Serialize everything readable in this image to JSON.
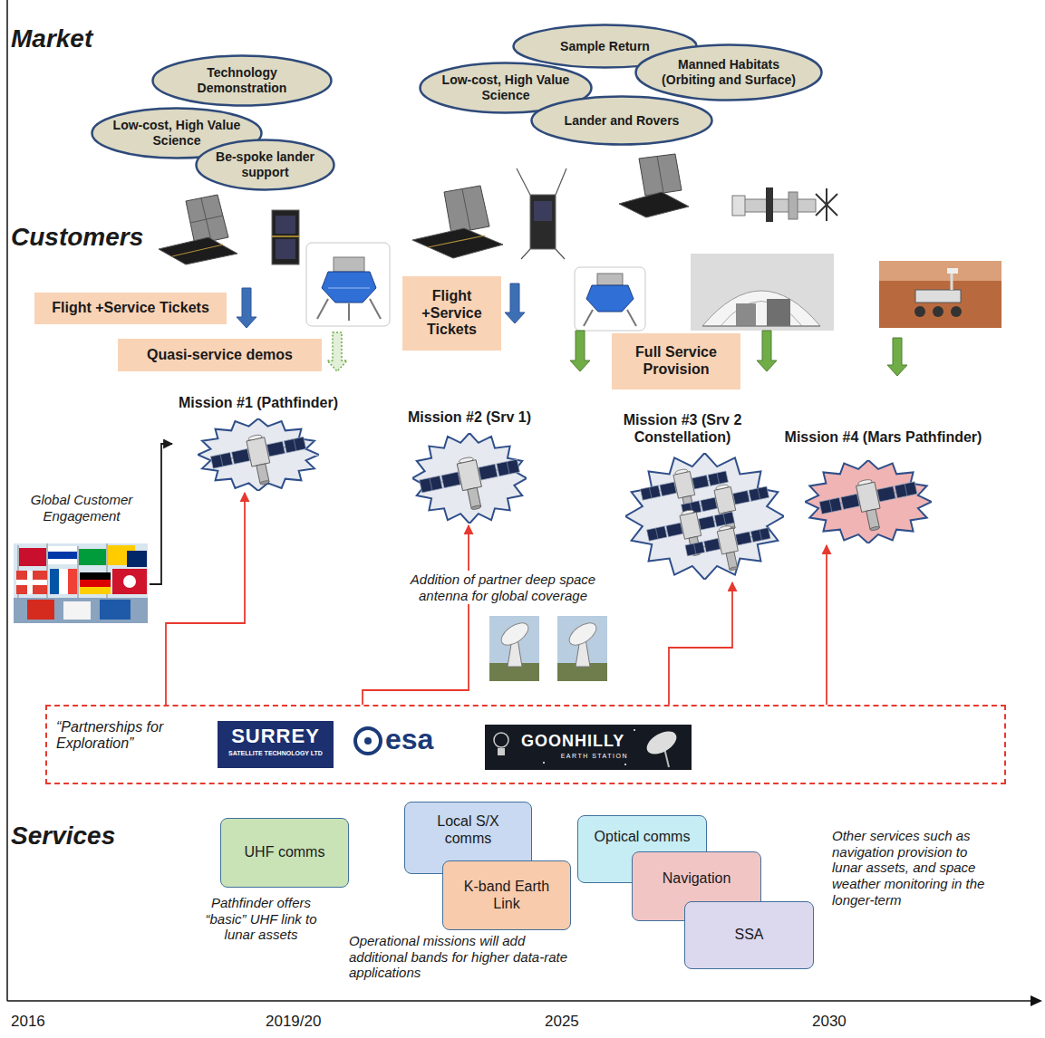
{
  "diagram": {
    "nodes": [
      {
        "text": [
          "Technology Demonstration"
        ]
      },
      {
        "text": [
          "Low-cost, High Value Science"
        ]
      },
      {
        "text": [
          "Be-spoke lander support"
        ]
      },
      {
        "text": [
          "Sample Return"
        ]
      },
      {
        "text": [
          "Low-cost, High Value Science"
        ]
      },
      {
        "text": [
          "Manned Habitats (Orbiting and Surface)"
        ]
      },
      {
        "text": [
          "Lander and Rovers"
        ]
      },
      {
        "text": [
          "Flight +Service Tickets"
        ]
      },
      {
        "text": [
          "Quasi-service demos"
        ]
      },
      {
        "text": [
          "Flight +Service Tickets"
        ]
      },
      {
        "text": [
          "Full Service Provision"
        ]
      },
      {
        "text": [
          "Global Customer Engagement"
        ]
      },
      {
        "text": [
          "Mission #1 (Pathfinder)"
        ]
      },
      {
        "text": [
          "Mission #2 (Srv 1)"
        ]
      },
      {
        "text": [
          "Mission #3 (Srv 2 Constellation)"
        ]
      },
      {
        "text": [
          "Mission #4 (Mars Pathfinder)"
        ]
      },
      {
        "text": [
          "“Partnerships for Exploration”",
          "SURREY",
          "SATELLITE TECHNOLOGY LTD",
          "esa",
          "GOONHILLY",
          "EARTH STATION"
        ]
      },
      {
        "text": [
          "UHF comms"
        ]
      },
      {
        "text": [
          "Local S/X comms"
        ]
      },
      {
        "text": [
          "K-band Earth Link"
        ]
      },
      {
        "text": [
          "Optical comms"
        ]
      },
      {
        "text": [
          "Navigation"
        ]
      },
      {
        "text": [
          "SSA"
        ]
      }
    ],
    "edges": [
      {
        "from": 11,
        "to": 12,
        "arrow": "to"
      },
      {
        "from": 16,
        "to": 12,
        "arrow": "to"
      },
      {
        "from": 16,
        "to": 13,
        "arrow": "to"
      },
      {
        "from": 16,
        "to": 14,
        "arrow": "to"
      },
      {
        "from": 16,
        "to": 15,
        "arrow": "to"
      }
    ],
    "labels": [
      "Market",
      "Customers",
      "Addition of partner deep space antenna for global coverage",
      "Services",
      "Pathfinder offers “basic” UHF link to lunar assets",
      "Operational missions will add additional bands for higher data-rate applications",
      "Other services such as navigation provision to lunar assets, and space weather monitoring in the longer-term",
      "2016",
      "2019/20",
      "2025",
      "2030"
    ]
  }
}
